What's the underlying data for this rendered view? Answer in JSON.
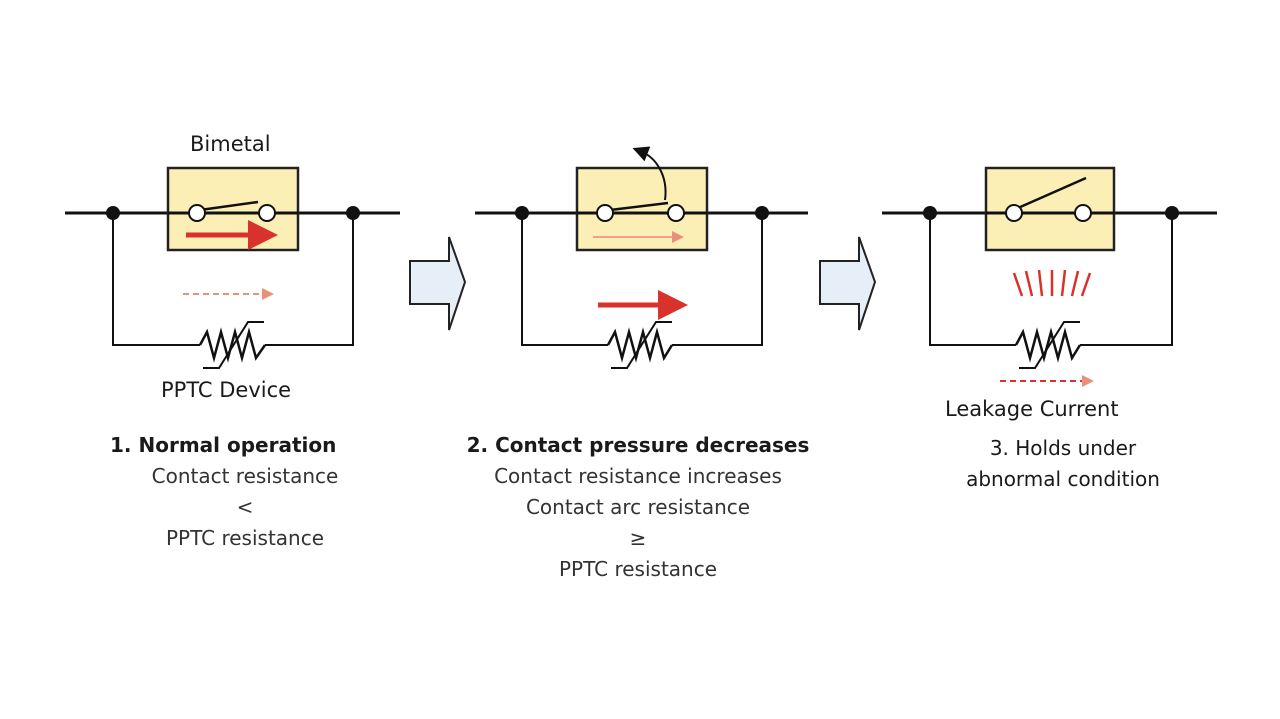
{
  "colors": {
    "wire": "#111111",
    "box_fill": "#fcefb6",
    "box_stroke": "#222222",
    "arrow_strong": "#d8322a",
    "arrow_weak": "#f0a08c",
    "block_arrow_fill": "#e6eef8"
  },
  "labels": {
    "bimetal": "Bimetal",
    "pptc_device": "PPTC Device",
    "leakage_current": "Leakage Current"
  },
  "stages": [
    {
      "title": "1. Normal operation",
      "lines": [
        "Contact resistance",
        "<",
        "PPTC resistance"
      ]
    },
    {
      "title": "2. Contact pressure decreases",
      "lines": [
        "Contact resistance increases",
        "Contact arc resistance",
        "≥",
        "PPTC resistance"
      ]
    },
    {
      "title": "3. Holds under",
      "lines": [
        "abnormal condition"
      ]
    }
  ]
}
